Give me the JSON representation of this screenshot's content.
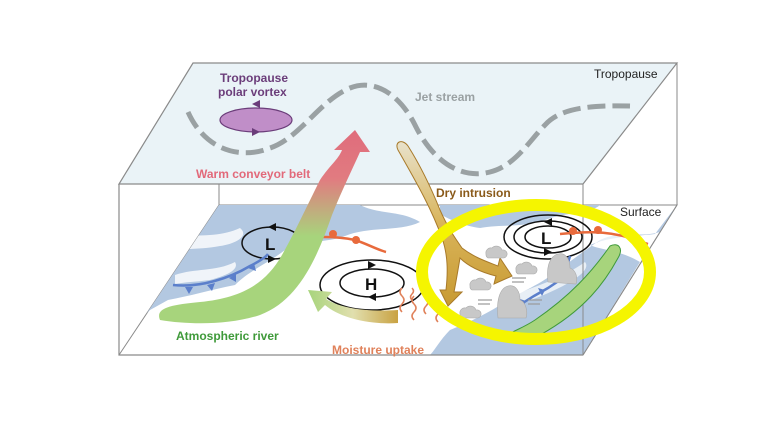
{
  "figure": {
    "title": "Schematic of extratropical cyclone dynamics between surface and tropopause",
    "planes": {
      "upper": "Tropopause",
      "lower": "Surface"
    },
    "labels": {
      "polar_vortex_line1": "Tropopause",
      "polar_vortex_line2": "polar vortex",
      "jet_stream": "Jet stream",
      "warm_conveyor_belt": "Warm conveyor belt",
      "dry_intrusion": "Dry intrusion",
      "atmospheric_river": "Atmospheric river",
      "moisture_uptake": "Moisture uptake"
    },
    "pressure_systems": [
      {
        "symbol": "L",
        "kind": "low",
        "position": "west"
      },
      {
        "symbol": "H",
        "kind": "high",
        "position": "center"
      },
      {
        "symbol": "L",
        "kind": "low",
        "position": "east",
        "highlighted": true
      }
    ],
    "highlight": {
      "shape": "ellipse",
      "color": "#f5f500",
      "target": "eastern low-pressure system"
    },
    "colors": {
      "upper_plane": "#eaf3f7",
      "ocean": "#b3c8e1",
      "polar_vortex": "#c08ec8",
      "polar_vortex_text": "#6b3d7a",
      "jet_stream": "#9aa1a3",
      "jet_text": "#9aa1a3",
      "wcb_text": "#e2697a",
      "dry_text": "#8a5a1a",
      "ar_text": "#3f9a3a",
      "moisture_text": "#e0815a",
      "warm_front": "#e86a3c",
      "cold_front": "#5b7fcb",
      "ar_fill": "#a7d47c",
      "cloud": "#c8c8c8"
    }
  }
}
